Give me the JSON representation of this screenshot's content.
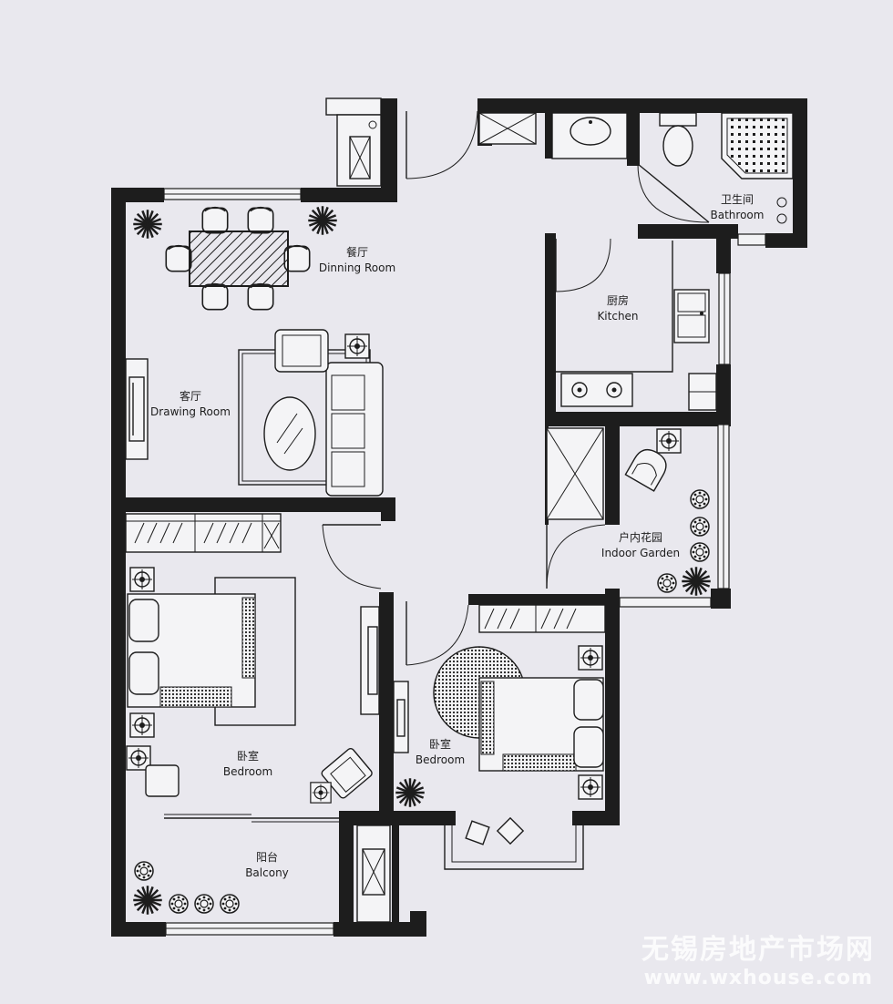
{
  "rooms": {
    "dining": {
      "zh": "餐厅",
      "en": "Dinning Room"
    },
    "drawing": {
      "zh": "客厅",
      "en": "Drawing Room"
    },
    "kitchen": {
      "zh": "厨房",
      "en": "Kitchen"
    },
    "bathroom": {
      "zh": "卫生间",
      "en": "Bathroom"
    },
    "garden": {
      "zh": "户内花园",
      "en": "Indoor Garden"
    },
    "bedroom_left": {
      "zh": "卧室",
      "en": "Bedroom"
    },
    "bedroom_right": {
      "zh": "卧室",
      "en": "Bedroom"
    },
    "balcony": {
      "zh": "阳台",
      "en": "Balcony"
    }
  },
  "watermark": {
    "name": "无锡房地产市场网",
    "url": "www.wxhouse.com"
  },
  "colors": {
    "background": "#e9e8ee",
    "wall": "#1d1d1d",
    "watermark": "#ffffff"
  }
}
